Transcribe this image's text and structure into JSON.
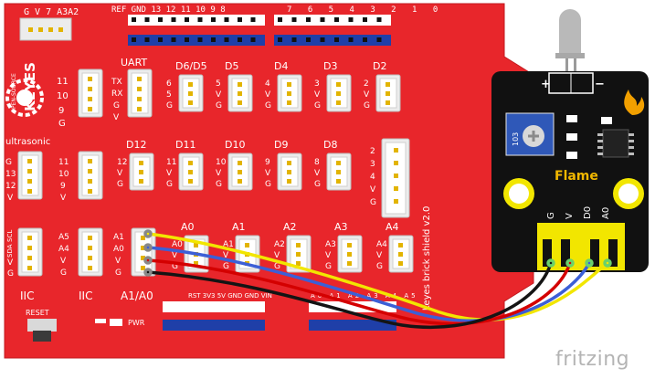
{
  "shield": {
    "top_header_label": "G V 7 A3A2",
    "digital_row_a": "REF GND 13 12 11 10 9 8",
    "digital_row_b": "7 6 5 4 3 2 1 0",
    "brand_top": "OPEN-SOURCE",
    "brand": "KEYES",
    "uart": "UART",
    "uart_pins": [
      "TX",
      "RX",
      "G",
      "V"
    ],
    "pwm_group": [
      "D6/D5",
      "D5",
      "D4",
      "D3",
      "D2"
    ],
    "pin_d6d5": [
      "6",
      "5",
      "G"
    ],
    "pin_d5": [
      "5",
      "V",
      "G"
    ],
    "pin_d4": [
      "4",
      "V",
      "G"
    ],
    "pin_d3": [
      "3",
      "V",
      "G"
    ],
    "pin_d2": [
      "2",
      "V",
      "G"
    ],
    "left_top_pins": [
      "11",
      "10",
      "9",
      "G"
    ],
    "ultrasonic": "ultrasonic",
    "ultra_pins": [
      "G",
      "13",
      "12",
      "V"
    ],
    "ultra_pins2": [
      "11",
      "10",
      "9",
      "V"
    ],
    "d_group": [
      "D12",
      "D11",
      "D10",
      "D9",
      "D8"
    ],
    "pin_d12": [
      "12",
      "V",
      "G"
    ],
    "pin_d11": [
      "11",
      "V",
      "G"
    ],
    "pin_d10": [
      "10",
      "V",
      "G"
    ],
    "pin_d9": [
      "9",
      "V",
      "G"
    ],
    "pin_d8": [
      "8",
      "V",
      "G"
    ],
    "side_pins": [
      "2",
      "3",
      "4",
      "V",
      "G"
    ],
    "serial": "keyes brick shield v2.0",
    "a_group": [
      "A0",
      "A1",
      "A2",
      "A3",
      "A4"
    ],
    "pin_a0": [
      "A0",
      "V",
      "G"
    ],
    "pin_a1": [
      "A1",
      "V",
      "G"
    ],
    "pin_a2": [
      "A2",
      "V",
      "G"
    ],
    "pin_a3": [
      "A3",
      "V",
      "G"
    ],
    "pin_a4": [
      "A4",
      "V",
      "G"
    ],
    "a1a0_pins": [
      "A1",
      "A0",
      "V",
      "G"
    ],
    "iic_pins1": [
      "SDA",
      "SCL",
      "V",
      "G"
    ],
    "iic_pins2": [
      "A5",
      "A4",
      "V",
      "G"
    ],
    "label_iic1": "IIC",
    "label_iic2": "IIC",
    "label_a1a0": "A1/A0",
    "power_row": "RST 3V3 5V GND GND VIN",
    "analog_row": "A0 A1 A2 A3 A4 A5",
    "reset": "RESET",
    "pwr": "PWR"
  },
  "flame_module": {
    "title": "Flame",
    "pot_code": "103",
    "pins": [
      "G",
      "V",
      "D0",
      "A0"
    ]
  },
  "wires": [
    {
      "name": "yellow",
      "color": "#f2e600"
    },
    {
      "name": "blue",
      "color": "#3c5fd6"
    },
    {
      "name": "red",
      "color": "#d40000"
    },
    {
      "name": "black",
      "color": "#141414"
    }
  ],
  "colors": {
    "board_red": "#e8262b",
    "silkscreen": "#ffffff",
    "header_blue": "#1f3fa8",
    "module_black": "#111111",
    "flame_text": "#f2b800"
  },
  "watermark": "fritzing"
}
